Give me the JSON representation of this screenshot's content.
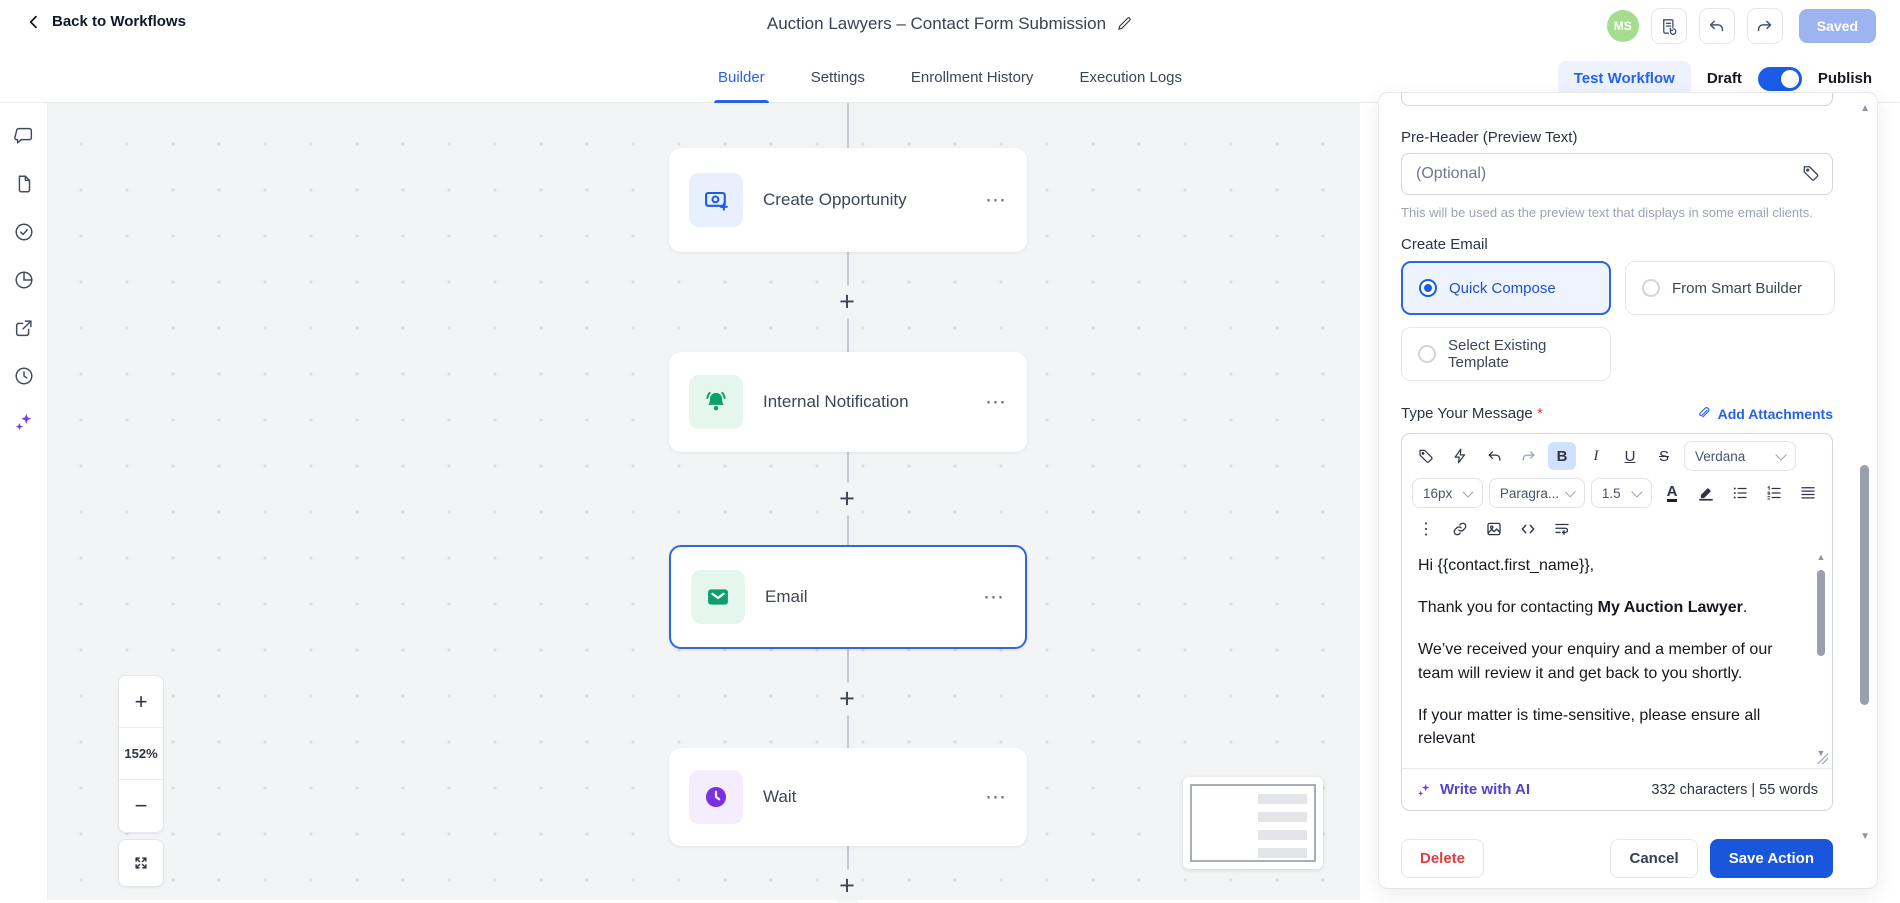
{
  "header": {
    "back_label": "Back to Workflows",
    "title": "Auction Lawyers – Contact Form Submission",
    "avatar_initials": "MS",
    "saved_label": "Saved"
  },
  "tabs": {
    "items": [
      {
        "label": "Builder"
      },
      {
        "label": "Settings"
      },
      {
        "label": "Enrollment History"
      },
      {
        "label": "Execution Logs"
      }
    ],
    "active": "Builder",
    "test_workflow_label": "Test Workflow",
    "draft_label": "Draft",
    "publish_label": "Publish"
  },
  "sidebar": {
    "icons": [
      "comment-icon",
      "file-icon",
      "check-circle-icon",
      "pie-chart-icon",
      "external-link-icon",
      "history-icon",
      "ai-sparkles-icon"
    ]
  },
  "canvas": {
    "zoom_in": "+",
    "zoom_out": "−",
    "zoom_level": "152%",
    "plus_glyph": "+",
    "menu_glyph": "⋯",
    "nodes": [
      {
        "label": "Create Opportunity",
        "icon": "opportunity-icon",
        "selected": false
      },
      {
        "label": "Internal Notification",
        "icon": "bell-icon",
        "selected": false
      },
      {
        "label": "Email",
        "icon": "email-icon",
        "selected": true
      },
      {
        "label": "Wait",
        "icon": "wait-clock-icon",
        "selected": false
      }
    ]
  },
  "panel": {
    "preheader_label": "Pre-Header (Preview Text)",
    "preheader_placeholder": "(Optional)",
    "preheader_helper": "This will be used as the preview text that displays in some email clients.",
    "create_email_label": "Create Email",
    "email_options": [
      {
        "label": "Quick Compose",
        "selected": true
      },
      {
        "label": "From Smart Builder",
        "selected": false
      },
      {
        "label": "Select Existing Template",
        "selected": false
      }
    ],
    "message_label": "Type Your Message",
    "required_mark": "*",
    "add_attachments_label": "Add Attachments",
    "toolbar": {
      "bold": "B",
      "italic": "I",
      "underline": "U",
      "strike": "S",
      "font_family": "Verdana",
      "font_size": "16px",
      "block_type": "Paragra...",
      "line_height": "1.5",
      "text_color": "A",
      "kebab": "⋮"
    },
    "body": {
      "p1": "Hi {{contact.first_name}},",
      "p2_prefix": "Thank you for contacting ",
      "p2_bold": "My Auction Lawyer",
      "p2_suffix": ".",
      "p3": "We’ve received your enquiry and a member of our team will review it and get back to you shortly.",
      "p4": "If your matter is time-sensitive, please ensure all relevant"
    },
    "write_with_ai_label": "Write with AI",
    "stats": "332 characters | 55 words",
    "delete_label": "Delete",
    "cancel_label": "Cancel",
    "save_label": "Save Action",
    "scroll_up_glyph": "▲",
    "scroll_down_glyph": "▼"
  },
  "colors": {
    "primary_blue": "#1a5ce8",
    "success_green": "#0e9f6e",
    "accent_purple": "#7a30e0"
  }
}
